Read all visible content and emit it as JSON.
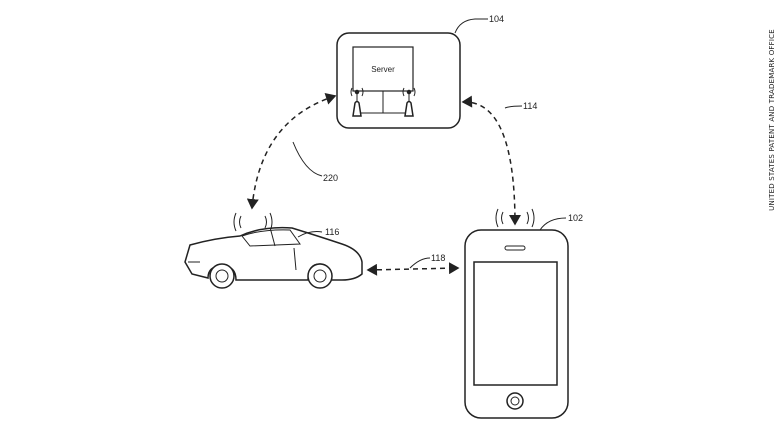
{
  "server": {
    "label": "Server",
    "ref": "104"
  },
  "phone": {
    "ref": "102"
  },
  "car": {
    "ref": "116"
  },
  "links": {
    "server_car": "220",
    "server_phone": "114",
    "car_phone": "118"
  },
  "footer": {
    "side_text": "UNITED STATES PATENT AND TRADEMARK OFFICE"
  }
}
